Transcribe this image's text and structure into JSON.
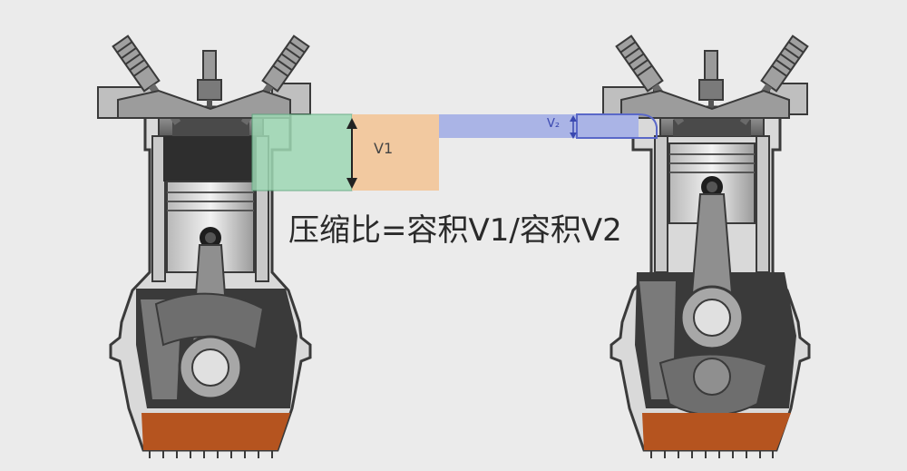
{
  "labels": {
    "v1": "V1",
    "v2": "V₂",
    "formula": "压缩比=容积V1/容积V2"
  },
  "colors": {
    "background": "#ebebeb",
    "v1_fill": "#f2c9a0",
    "combustion_fill": "#9ed8b4",
    "v2_fill": "#aab4e6",
    "oil": "#b5541f",
    "metal_dark": "#3b3b3b",
    "metal_mid": "#8a8a8a",
    "metal_light": "#d6d6d6"
  }
}
